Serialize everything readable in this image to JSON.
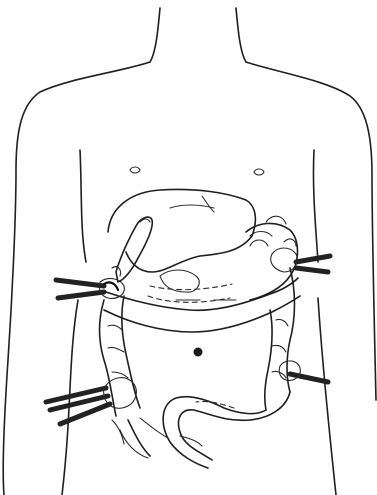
{
  "figure": {
    "description_labels": [],
    "colors": {
      "ink": "#1f1f1f",
      "background": "#ffffff"
    },
    "parts": [
      "torso-outline",
      "liver",
      "gallbladder",
      "stomach",
      "transverse-colon",
      "ascending-colon",
      "descending-colon",
      "sigmoid-colon",
      "umbilicus",
      "ligature-clamps"
    ]
  }
}
